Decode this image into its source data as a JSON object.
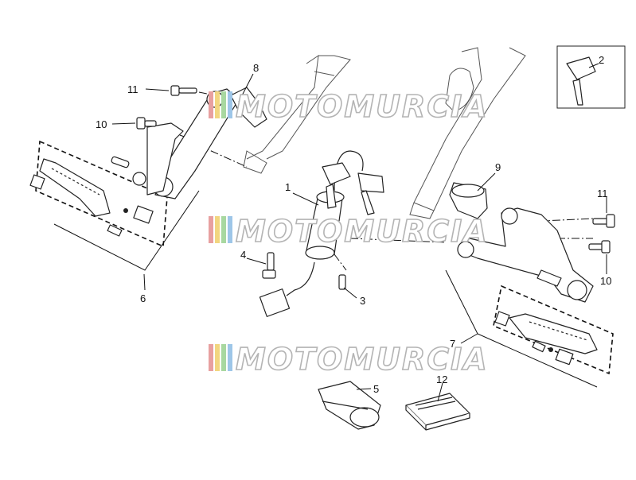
{
  "watermark": {
    "text": "MOTOMURCIA",
    "stripe_colors": [
      "#e8a0a0",
      "#f2d680",
      "#a8d8a0",
      "#9ec6e8"
    ]
  },
  "callouts": {
    "c1": "1",
    "c2": "2",
    "c3": "3",
    "c4": "4",
    "c5": "5",
    "c6": "6",
    "c7": "7",
    "c8": "8",
    "c9": "9",
    "c10a": "10",
    "c10b": "10",
    "c11a": "11",
    "c11b": "11",
    "c12": "12"
  }
}
